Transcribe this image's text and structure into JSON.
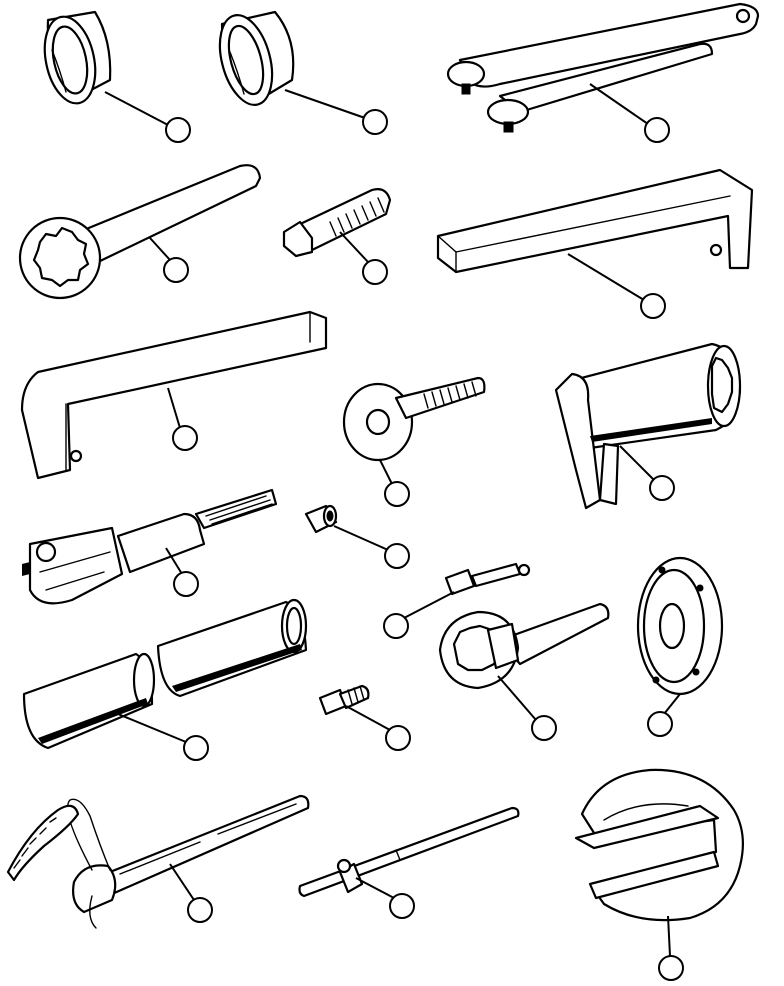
{
  "figure": {
    "style": "black-and-white line illustration of special service tools",
    "colors": {
      "ink": "#000000",
      "paper": "#ffffff"
    }
  },
  "tools": [
    {
      "id": "ring-adapter-1",
      "callout": ""
    },
    {
      "id": "ring-adapter-2",
      "callout": ""
    },
    {
      "id": "double-arm-lever",
      "callout": ""
    },
    {
      "id": "ring-spanner",
      "callout": ""
    },
    {
      "id": "threaded-bolt",
      "callout": ""
    },
    {
      "id": "l-bar-right",
      "callout": ""
    },
    {
      "id": "l-bar-left",
      "callout": ""
    },
    {
      "id": "eye-bolt",
      "callout": ""
    },
    {
      "id": "splined-socket-with-leg",
      "callout": ""
    },
    {
      "id": "cable-fork-end",
      "callout": ""
    },
    {
      "id": "small-nut-adapter",
      "callout": ""
    },
    {
      "id": "pin-adapter",
      "callout": ""
    },
    {
      "id": "flanged-hub",
      "callout": ""
    },
    {
      "id": "sleeve-tubes",
      "callout": ""
    },
    {
      "id": "short-screw",
      "callout": ""
    },
    {
      "id": "splined-c-spanner",
      "callout": ""
    },
    {
      "id": "chain-wrench",
      "callout": ""
    },
    {
      "id": "t-handle-rod",
      "callout": ""
    },
    {
      "id": "c-cup-holder",
      "callout": ""
    }
  ]
}
